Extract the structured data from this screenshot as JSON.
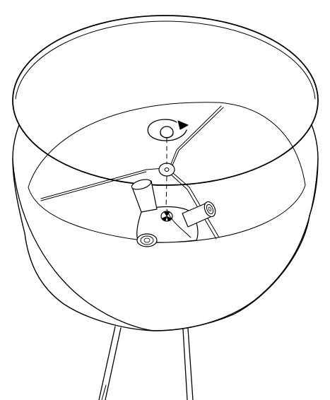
{
  "diagram": {
    "kind": "assembly-instruction",
    "subject": "floor-lamp-shade-installation",
    "step_action": "rotate-clockwise-to-tighten",
    "components": [
      "lamp-shade",
      "shade-spider-harp",
      "finial-knob",
      "socket-cluster",
      "tripod-legs"
    ],
    "socket_count": 3,
    "leg_count_visible": 2,
    "colors": {
      "stroke": "#000000",
      "fill": "#ffffff"
    }
  }
}
